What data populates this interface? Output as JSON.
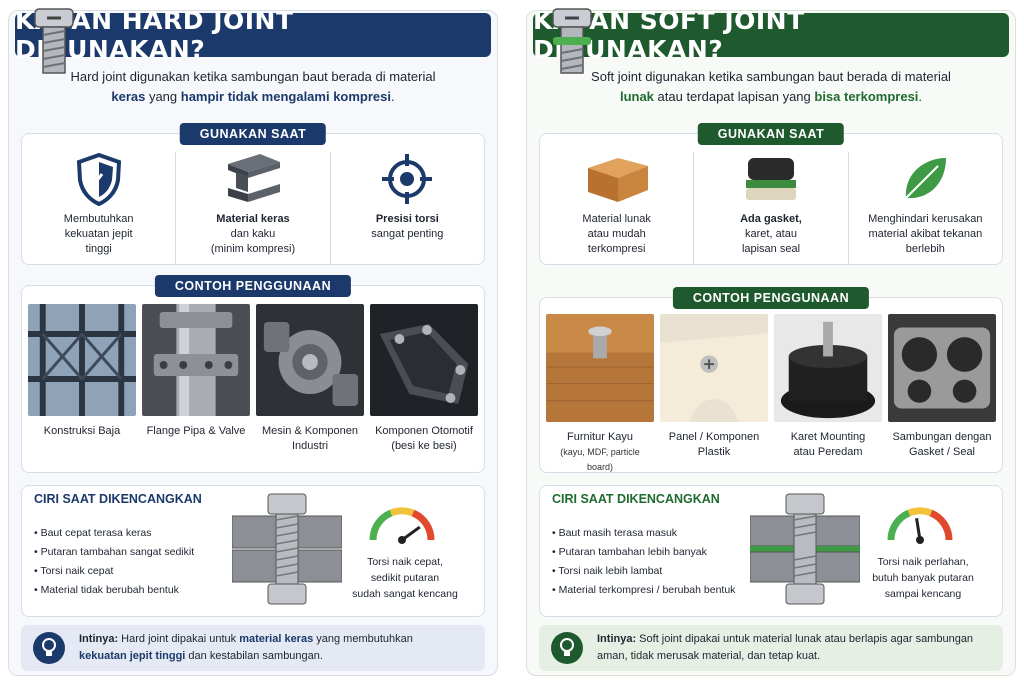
{
  "hard": {
    "title": "KAPAN HARD JOINT DIGUNAKAN?",
    "intro": {
      "p1": "Hard joint digunakan ketika sambungan baut berada di material",
      "hl1": "keras",
      "p2": " yang ",
      "hl2": "hampir tidak mengalami kompresi",
      "p3": "."
    },
    "use_when_label": "GUNAKAN SAAT",
    "use_when": [
      {
        "icon": "shield-icon",
        "line1": "Membutuhkan",
        "line2": "kekuatan jepit",
        "line3": "tinggi"
      },
      {
        "icon": "steel-beam-icon",
        "line1": "Material keras",
        "line2": "dan kaku",
        "line3": "(minim kompresi)"
      },
      {
        "icon": "crosshair-icon",
        "line1": "Presisi torsi",
        "line2": "sangat penting",
        "line3": ""
      }
    ],
    "examples_label": "CONTOH PENGGUNAAN",
    "examples": [
      {
        "line1": "Konstruksi Baja",
        "line2": ""
      },
      {
        "line1": "Flange Pipa & Valve",
        "line2": ""
      },
      {
        "line1": "Mesin & Komponen",
        "line2": "Industri"
      },
      {
        "line1": "Komponen Otomotif",
        "line2": "(besi ke besi)"
      }
    ],
    "traits_title": "CIRI SAAT DIKENCANGKAN",
    "traits": [
      "Baut cepat terasa keras",
      "Putaran tambahan sangat sedikit",
      "Torsi naik cepat",
      "Material tidak berubah bentuk"
    ],
    "gauge_text": {
      "line1": "Torsi naik cepat,",
      "line2": "sedikit putaran",
      "line3": "sudah sangat kencang"
    },
    "gauge_level": 0.8,
    "footer": {
      "lead": "Intinya:",
      "p1": " Hard joint dipakai untuk ",
      "hl1": "material keras",
      "p2": " yang membutuhkan",
      "hl2": "kekuatan jepit tinggi",
      "p3": " dan kestabilan sambungan."
    },
    "accent": "#1b3a6b"
  },
  "soft": {
    "title": "KAPAN SOFT JOINT DIGUNAKAN?",
    "intro": {
      "p1": "Soft joint digunakan ketika sambungan baut berada di material",
      "hl1": "lunak",
      "p2": " atau terdapat lapisan yang ",
      "hl2": "bisa terkompresi",
      "p3": "."
    },
    "use_when_label": "GUNAKAN SAAT",
    "use_when": [
      {
        "icon": "wood-block-icon",
        "line1": "Material lunak",
        "line2": "atau mudah",
        "line3": "terkompresi"
      },
      {
        "icon": "gasket-icon",
        "line1": "Ada gasket,",
        "line2": "karet, atau",
        "line3": "lapisan seal"
      },
      {
        "icon": "leaf-icon",
        "line1": "Menghindari kerusakan",
        "line2": "material akibat tekanan",
        "line3": "berlebih"
      }
    ],
    "examples_label": "CONTOH PENGGUNAAN",
    "examples": [
      {
        "line1": "Furnitur Kayu",
        "line2": "(kayu, MDF, particle board)"
      },
      {
        "line1": "Panel / Komponen",
        "line2": "Plastik"
      },
      {
        "line1": "Karet Mounting",
        "line2": "atau Peredam"
      },
      {
        "line1": "Sambungan dengan",
        "line2": "Gasket / Seal"
      }
    ],
    "traits_title": "CIRI SAAT DIKENCANGKAN",
    "traits": [
      "Baut masih terasa masuk",
      "Putaran tambahan lebih banyak",
      "Torsi naik lebih lambat",
      "Material terkompresi / berubah bentuk"
    ],
    "gauge_text": {
      "line1": "Torsi naik perlahan,",
      "line2": "butuh banyak putaran",
      "line3": "sampai kencang"
    },
    "gauge_level": 0.45,
    "footer": {
      "lead": "Intinya:",
      "p1": " Soft joint dipakai untuk material lunak atau berlapis agar sambungan",
      "p2": "aman, tidak merusak material, dan tetap kuat."
    },
    "accent": "#1f5a2e"
  }
}
